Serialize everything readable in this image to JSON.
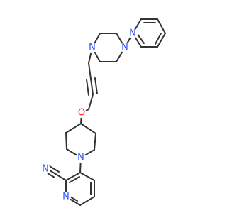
{
  "colors": {
    "background": "#ffffff",
    "carbon_bond": "#333333",
    "nitrogen": "#3050F8",
    "oxygen": "#FF0D0D"
  },
  "atoms": {
    "n_pyridine_top": "N",
    "n_piperazine_top": "N",
    "n_piperazine_bottom": "N",
    "o_ether": "O",
    "n_piperidine": "N",
    "n_nitrile": "N",
    "n_pyridine_bottom": "N"
  }
}
